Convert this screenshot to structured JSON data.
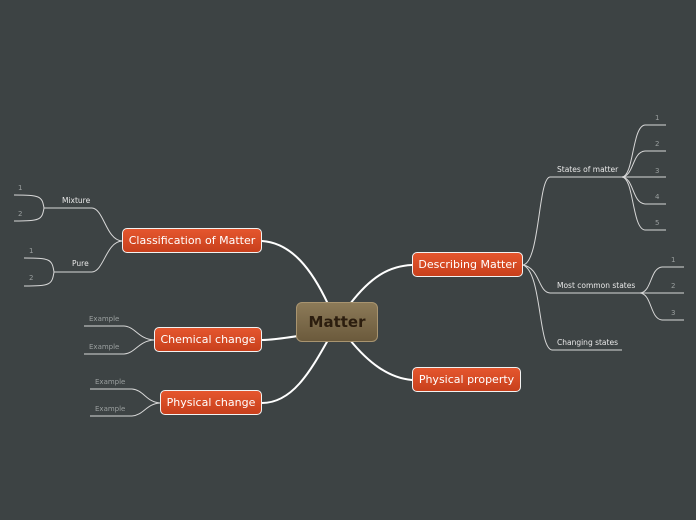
{
  "central": "Matter",
  "nodes": {
    "describing": "Describing Matter",
    "physical_property": "Physical property",
    "classification": "Classification of Matter",
    "chemical_change": "Chemical change",
    "physical_change": "Physical change"
  },
  "describing_children": {
    "states_of_matter": "States of matter",
    "states_items": [
      "1",
      "2",
      "3",
      "4",
      "5"
    ],
    "most_common": "Most common states",
    "common_items": [
      "1",
      "2",
      "3"
    ],
    "changing": "Changing states"
  },
  "classification_children": {
    "mixture": "Mixture",
    "mixture_items": [
      "1",
      "2"
    ],
    "pure": "Pure",
    "pure_items": [
      "1",
      "2"
    ]
  },
  "chemical_children": [
    "Example",
    "Example"
  ],
  "physical_children": [
    "Example",
    "Example"
  ],
  "colors": {
    "background": "#3d4344",
    "branch_fill": "#d94a24",
    "central_fill": "#7c6a4a",
    "line": "#ffffff"
  }
}
